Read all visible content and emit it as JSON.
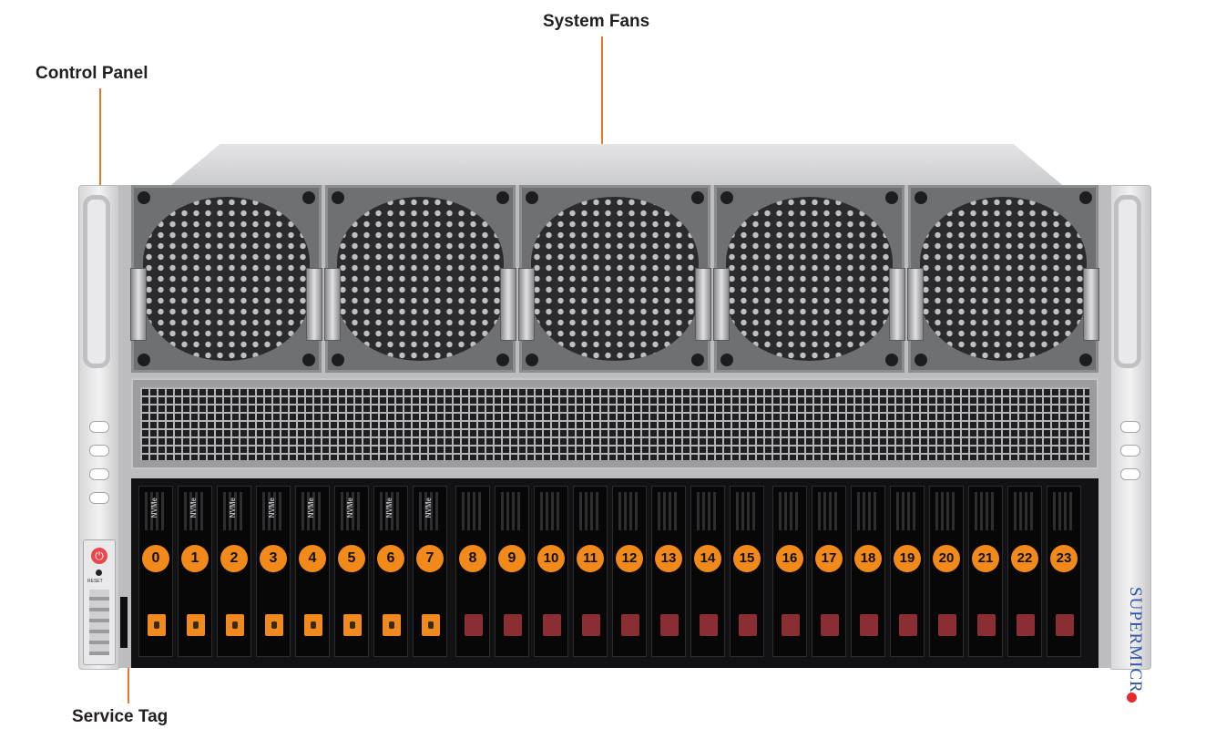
{
  "callouts": {
    "system_fans": "System Fans",
    "control_panel": "Control Panel",
    "service_tag": "Service Tag"
  },
  "drive_bays": [
    "0",
    "1",
    "2",
    "3",
    "4",
    "5",
    "6",
    "7",
    "8",
    "9",
    "10",
    "11",
    "12",
    "13",
    "14",
    "15",
    "16",
    "17",
    "18",
    "19",
    "20",
    "21",
    "22",
    "23"
  ],
  "nvme_label": "NVMe",
  "control_panel": {
    "power_symbol": "⏻",
    "reset_label": "RESET"
  },
  "brand": "SUPERMICR",
  "colors": {
    "callout_line": "#e8762c",
    "bay_number": "#f28a1b",
    "nvme_tab": "#f08a1e",
    "sas_tab": "#8a2e34",
    "brand": "#2f55a4"
  }
}
